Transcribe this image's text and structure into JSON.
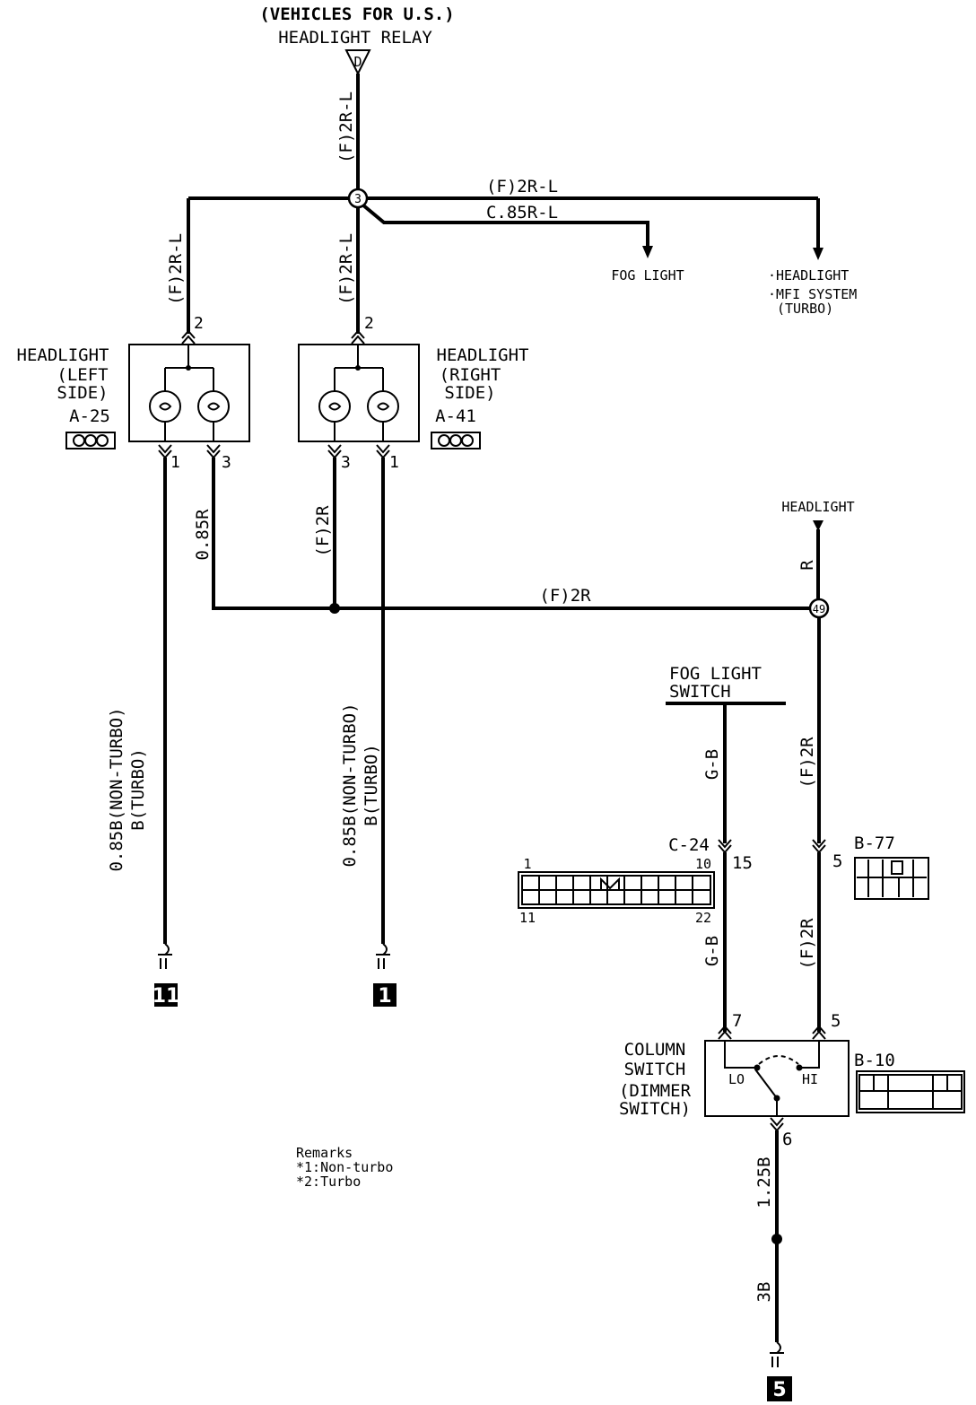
{
  "relay": {
    "title": "(VEHICLES FOR U.S.)",
    "name": "HEADLIGHT RELAY",
    "pin": "D"
  },
  "wires": {
    "relay_down": "(F)2R-L",
    "top_right": "(F)2R-L",
    "fog_feed": "C.85R-L",
    "left_branch": "(F)2R-L",
    "mid_branch": "(F)2R-L",
    "left_lamp_out": "0.85R",
    "right_lamp_out": "(F)2R",
    "horizontal_bus": "(F)2R",
    "headlight_in": "R",
    "left_ground": [
      "0.85B(NON-TURBO)",
      "B(TURBO)"
    ],
    "right_ground": [
      "0.85B(NON-TURBO)",
      "B(TURBO)"
    ],
    "fog_switch_upper": "G-B",
    "fog_switch_lower": "G-B",
    "dimmer_upper": "(F)2R",
    "dimmer_lower": "(F)2R",
    "switch_out": "1.25B",
    "ground_final": "3B"
  },
  "junctions": {
    "top": "3",
    "mid": "49"
  },
  "destinations": {
    "fog_light": "FOG LIGHT",
    "headlight": "·HEADLIGHT",
    "mfi_system": "·MFI SYSTEM",
    "mfi_turbo": "(TURBO)",
    "headlight_source": "HEADLIGHT"
  },
  "headlight_left": {
    "name": [
      "HEADLIGHT",
      "(LEFT",
      "SIDE)"
    ],
    "connector": "A-25",
    "pins": {
      "top": "2",
      "left": "1",
      "right": "3"
    }
  },
  "headlight_right": {
    "name": [
      "HEADLIGHT",
      "(RIGHT",
      "SIDE)"
    ],
    "connector": "A-41",
    "pins": {
      "top": "2",
      "left": "3",
      "right": "1"
    }
  },
  "fog_switch": {
    "name": [
      "FOG LIGHT",
      "SWITCH"
    ]
  },
  "connector_c24": {
    "id": "C-24",
    "pin": "15",
    "face": {
      "tl": "1",
      "tr": "10",
      "bl": "11",
      "br": "22"
    }
  },
  "connector_b77": {
    "id": "B-77",
    "pin": "5"
  },
  "column_switch": {
    "name": [
      "COLUMN",
      "SWITCH",
      "(DIMMER",
      "SWITCH)"
    ],
    "connector": "B-10",
    "pins": {
      "left": "7",
      "right": "5",
      "bottom": "6"
    },
    "lo": "LO",
    "hi": "HI"
  },
  "grounds": {
    "g11": "11",
    "g1": "1",
    "g5": "5"
  },
  "remarks": {
    "title": "Remarks",
    "items": [
      "*1:Non-turbo",
      "*2:Turbo"
    ]
  }
}
